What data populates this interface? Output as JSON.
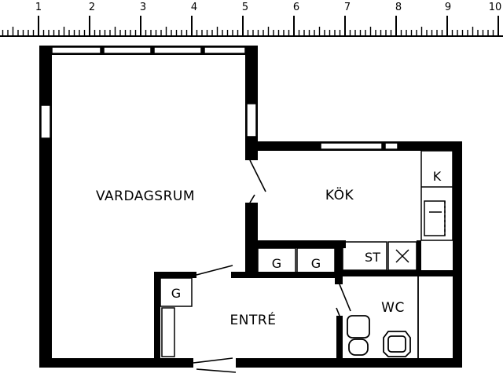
{
  "ruler": {
    "ticks": [
      "1",
      "2",
      "3",
      "4",
      "5",
      "6",
      "7",
      "8",
      "9",
      "10"
    ]
  },
  "rooms": {
    "living_room": "VARDAGSRUM",
    "kitchen": "KÖK",
    "entrance": "ENTRÉ",
    "wc": "WC"
  },
  "fixtures": {
    "kitchen_cabinet": "K",
    "garderobe_1": "G",
    "garderobe_2": "G",
    "garderobe_entrance": "G",
    "storage": "ST"
  },
  "colors": {
    "wall": "#000000",
    "background": "#ffffff"
  }
}
